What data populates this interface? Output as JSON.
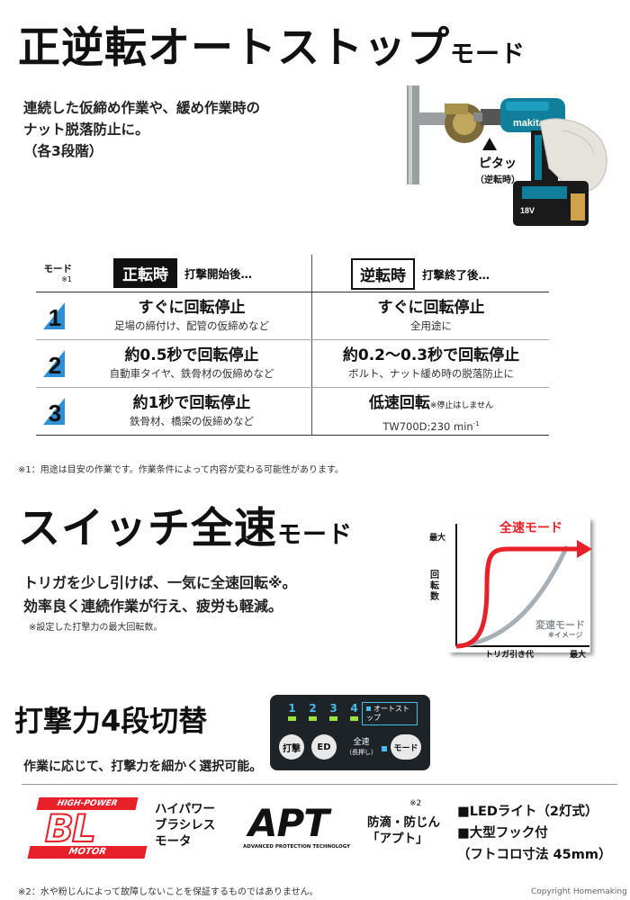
{
  "section1": {
    "title": "正逆転オートストップ",
    "title_suffix": "モード",
    "desc_lines": [
      "連続した仮締め作業や、緩め作業時の",
      "ナット脱落防止に。",
      "（各3段階）"
    ],
    "photo_caption": "ピタッ",
    "photo_caption_sub": "（逆転時）",
    "photo_brand": "makita",
    "photo_battery": "18V"
  },
  "table": {
    "mode_label": "モード",
    "mode_note": "※1",
    "forward_label": "正転時",
    "forward_desc": "打撃開始後…",
    "reverse_label": "逆転時",
    "reverse_desc": "打撃終了後…",
    "rows": [
      {
        "num": "1",
        "fwd_main": "すぐに回転停止",
        "fwd_sub": "足場の締付け、配管の仮締めなど",
        "rev_main": "すぐに回転停止",
        "rev_sub": "全用途に"
      },
      {
        "num": "2",
        "fwd_main": "約0.5秒で回転停止",
        "fwd_sub": "自動車タイヤ、鉄骨材の仮締めなど",
        "rev_main": "約0.2～0.3秒で回転停止",
        "rev_sub": "ボルト、ナット緩め時の脱落防止に"
      },
      {
        "num": "3",
        "fwd_main": "約1秒で回転停止",
        "fwd_sub": "鉄骨材、橋梁の仮締めなど",
        "rev_main": "低速回転",
        "rev_main_note": "※停止はしません",
        "rev_sub": "TW700D:230 min",
        "rev_sub_sup": "-1"
      }
    ],
    "footnote": "※1：用途は目安の作業です。作業条件によって内容が変わる可能性があります。"
  },
  "section2": {
    "title": "スイッチ全速",
    "title_suffix": "モード",
    "desc_lines": [
      "トリガを少し引けば、一気に全速回転※。",
      "効率良く連続作業が行え、疲労も軽減。"
    ],
    "note": "※設定した打撃力の最大回転数。"
  },
  "chart_data": {
    "type": "line",
    "title": "",
    "xlabel": "トリガ引き代",
    "ylabel": "回転数",
    "x_max_label": "最大",
    "y_max_label": "最大",
    "series": [
      {
        "name": "全速モード",
        "color": "#e8202a"
      },
      {
        "name": "変速モード",
        "color": "#a9b0b5"
      }
    ],
    "annotation": "※イメージ"
  },
  "section3": {
    "title": "打撃力4段切替",
    "desc": "作業に応じて、打撃力を細かく選択可能。",
    "panel": {
      "levels": [
        "1",
        "2",
        "3",
        "4"
      ],
      "auto_stop_label": "オートストップ",
      "btn_impact": "打撃",
      "btn_light": "ED",
      "fullspeed_label": "全速",
      "fullspeed_sub": "（長押し）",
      "btn_mode": "モード"
    }
  },
  "features": {
    "bl_badge_top": "HIGH-POWER",
    "bl_badge_main": "BL",
    "bl_badge_bottom": "MOTOR",
    "bl_text": [
      "ハイパワー",
      "ブラシレス",
      "モータ"
    ],
    "apt_logo": "APT",
    "apt_logo_sub": "ADVANCED PROTECTION TECHNOLOGY",
    "apt_note": "※2",
    "apt_text": [
      "防滴・防じん",
      "「アプト」"
    ],
    "led": "■LEDライト（2灯式）",
    "hook": "■大型フック付",
    "hook_sub": "（フトコロ寸法 45mm）"
  },
  "footer": {
    "footnote": "※2：水や粉じんによって故障しないことを保証するものではありません。",
    "copyright": "Copyright Homemaking"
  }
}
